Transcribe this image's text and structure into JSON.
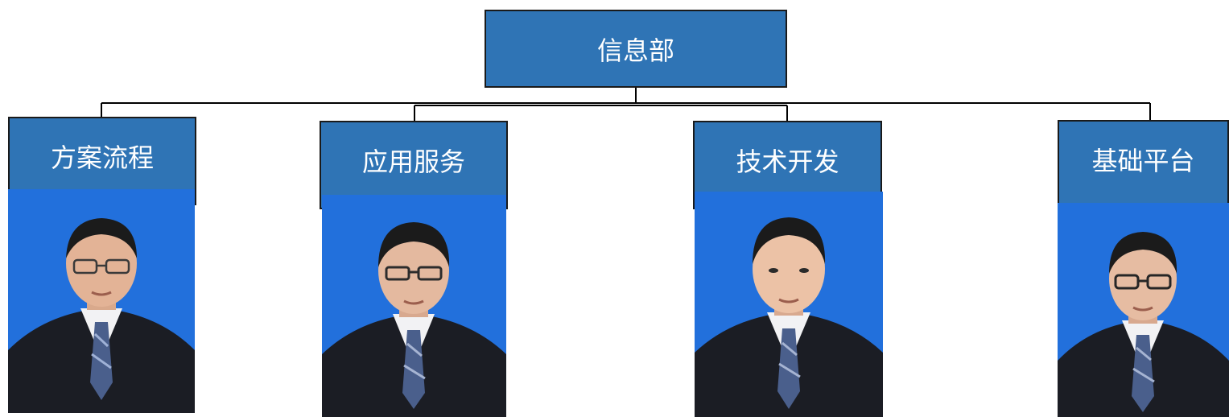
{
  "org_chart": {
    "root": {
      "label": "信息部"
    },
    "children": [
      {
        "label": "方案流程"
      },
      {
        "label": "应用服务"
      },
      {
        "label": "技术开发"
      },
      {
        "label": "基础平台"
      }
    ]
  },
  "colors": {
    "box_fill": "#2f74b5",
    "box_border": "#1a1a1a",
    "box_text": "#ffffff",
    "photo_background": "#2270dc",
    "connector": "#000000"
  }
}
